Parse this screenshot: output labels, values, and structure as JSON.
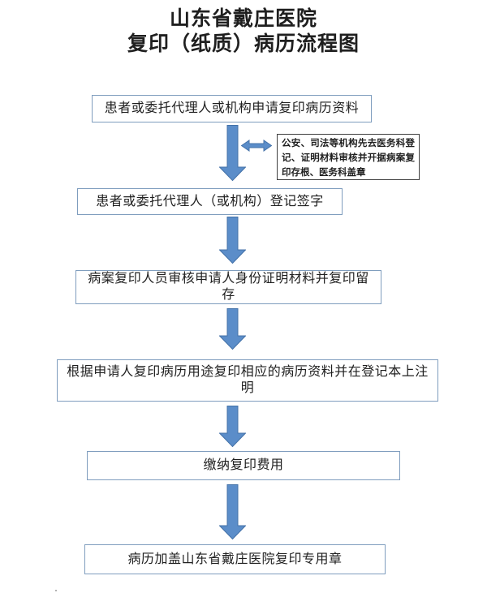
{
  "title": {
    "line1": "山东省戴庄医院",
    "line2": "复印（纸质）病历流程图"
  },
  "flowchart": {
    "steps": [
      {
        "label": "患者或委托代理人或机构申请复印病历资料"
      },
      {
        "label": "患者或委托代理人（或机构）登记签字"
      },
      {
        "label": "病案复印人员审核申请人身份证明材料并复印留存"
      },
      {
        "label": "根据申请人复印病历用途复印相应的病历资料并在登记本上注明"
      },
      {
        "label": "缴纳复印费用"
      },
      {
        "label": "病历加盖山东省戴庄医院复印专用章"
      }
    ],
    "side_note": {
      "label": "公安、司法等机构先去医务科登记、证明材料审核并开据病案复印存根、医务科盖章"
    },
    "icons": {
      "down_arrow": "block-arrow-down",
      "double_arrow": "block-arrow-left-right"
    }
  },
  "colors": {
    "arrow_fill": "#5B8DC9",
    "arrow_stroke": "#4472A8",
    "box_border": "#7F9DBE",
    "side_box_border": "#3F3F3F",
    "text": "#1F1F1F",
    "background": "#FFFFFF"
  }
}
